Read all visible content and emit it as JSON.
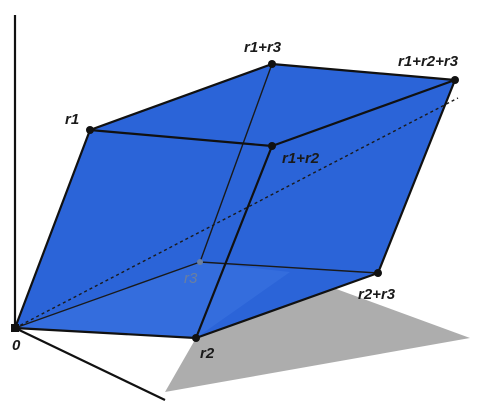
{
  "labels": {
    "origin": "0",
    "r1": "r1",
    "r2": "r2",
    "r3": "r3",
    "r1_r2": "r1+r2",
    "r1_r3": "r1+r3",
    "r2_r3": "r2+r3",
    "r1_r2_r3": "r1+r2+r3"
  },
  "colors": {
    "solid_fill": "#2b64d8",
    "solid_fill_light": "#3d74e2",
    "shadow": "#a9a9a9",
    "edge": "#111111"
  }
}
